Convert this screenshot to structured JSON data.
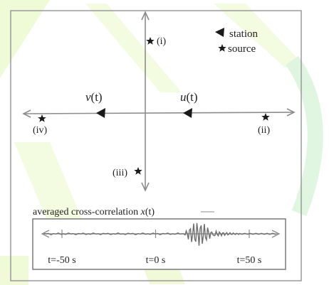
{
  "colors": {
    "background": "#ffffff",
    "watermark": "#d4f0a6",
    "watermark_green": "#c8eec8",
    "frame": "#9a9a9a",
    "axis": "#8c8c8c",
    "marker": "#1a1a1a",
    "text": "#222222",
    "waveform": "#6e6e6e"
  },
  "legend": {
    "station_label": "station",
    "source_label": "source",
    "station_icon": "station-triangle-icon",
    "source_icon": "source-star-icon"
  },
  "stations": {
    "v_label": "v(t)",
    "v_italic": "v",
    "v_paren": "(t)",
    "u_label": "u(t)",
    "u_italic": "u",
    "u_paren": "(t)"
  },
  "sources": {
    "i": "(i)",
    "ii": "(ii)",
    "iii": "(iii)",
    "iv": "(iv)"
  },
  "correlation": {
    "title_prefix": "averaged cross-correlation ",
    "title_var": "x",
    "title_suffix": "(t)",
    "ticks": [
      {
        "label": "t=-50 s",
        "t": -50
      },
      {
        "label": "t=0 s",
        "t": 0
      },
      {
        "label": "t=50 s",
        "t": 50
      }
    ]
  }
}
